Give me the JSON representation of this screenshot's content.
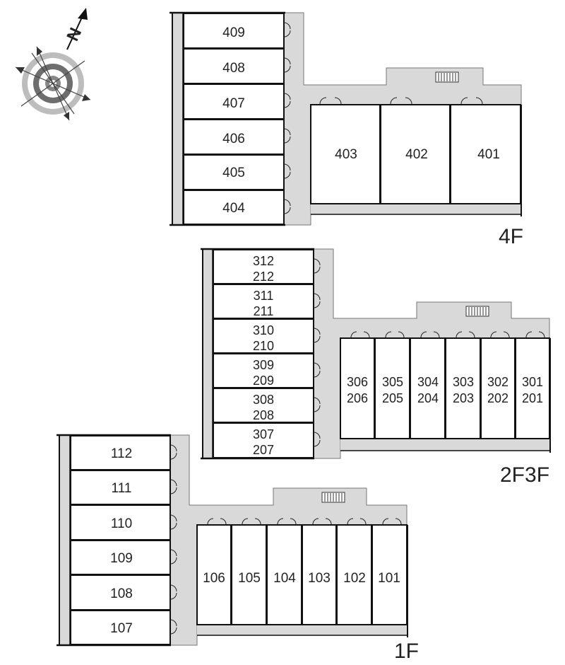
{
  "compass": {
    "north_label": "N",
    "icon": "compass-rose-icon"
  },
  "colors": {
    "corridor": "#d9d9d9",
    "wall": "#111111",
    "room": "#ffffff"
  },
  "floors": [
    {
      "label": "4F",
      "left_rooms": [
        "409",
        "408",
        "407",
        "406",
        "405",
        "404"
      ],
      "right_rooms": [
        [
          "403"
        ],
        [
          "402"
        ],
        [
          "401"
        ]
      ]
    },
    {
      "label": "2F3F",
      "left_rooms": [
        [
          "312",
          "212"
        ],
        [
          "311",
          "211"
        ],
        [
          "310",
          "210"
        ],
        [
          "309",
          "209"
        ],
        [
          "308",
          "208"
        ],
        [
          "307",
          "207"
        ]
      ],
      "right_rooms": [
        [
          "306",
          "206"
        ],
        [
          "305",
          "205"
        ],
        [
          "304",
          "204"
        ],
        [
          "303",
          "203"
        ],
        [
          "302",
          "202"
        ],
        [
          "301",
          "201"
        ]
      ]
    },
    {
      "label": "1F",
      "left_rooms": [
        "112",
        "111",
        "110",
        "109",
        "108",
        "107"
      ],
      "right_rooms": [
        [
          "106"
        ],
        [
          "105"
        ],
        [
          "104"
        ],
        [
          "103"
        ],
        [
          "102"
        ],
        [
          "101"
        ]
      ]
    }
  ]
}
